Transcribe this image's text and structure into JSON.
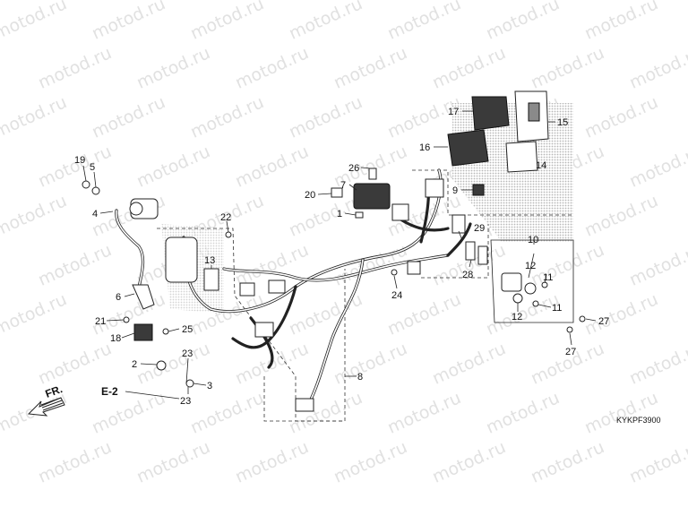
{
  "watermark": "motod.ru",
  "diagram_code": "KYKPF3900",
  "ref_e2": "E-2",
  "front_label": "FR.",
  "parts": [
    "1",
    "2",
    "3",
    "4",
    "5",
    "6",
    "7",
    "8",
    "9",
    "10",
    "11",
    "12",
    "13",
    "14",
    "15",
    "16",
    "17",
    "18",
    "19",
    "20",
    "21",
    "22",
    "23",
    "24",
    "25",
    "26",
    "27",
    "28",
    "29"
  ],
  "labels": {
    "p1": "1",
    "p2": "2",
    "p3": "3",
    "p4": "4",
    "p5": "5",
    "p6": "6",
    "p7": "7",
    "p8": "8",
    "p9": "9",
    "p10": "10",
    "p11a": "11",
    "p11b": "11",
    "p12a": "12",
    "p12b": "12",
    "p13": "13",
    "p14": "14",
    "p15": "15",
    "p16": "16",
    "p17": "17",
    "p18": "18",
    "p19": "19",
    "p20": "20",
    "p21": "21",
    "p22": "22",
    "p23a": "23",
    "p23b": "23",
    "p24": "24",
    "p25": "25",
    "p26": "26",
    "p27a": "27",
    "p27b": "27",
    "p28": "28",
    "p29": "29"
  },
  "colors": {
    "line": "#222222",
    "watermark": "#c9c9c9",
    "background": "#ffffff",
    "shade": "#d4d4d4"
  }
}
